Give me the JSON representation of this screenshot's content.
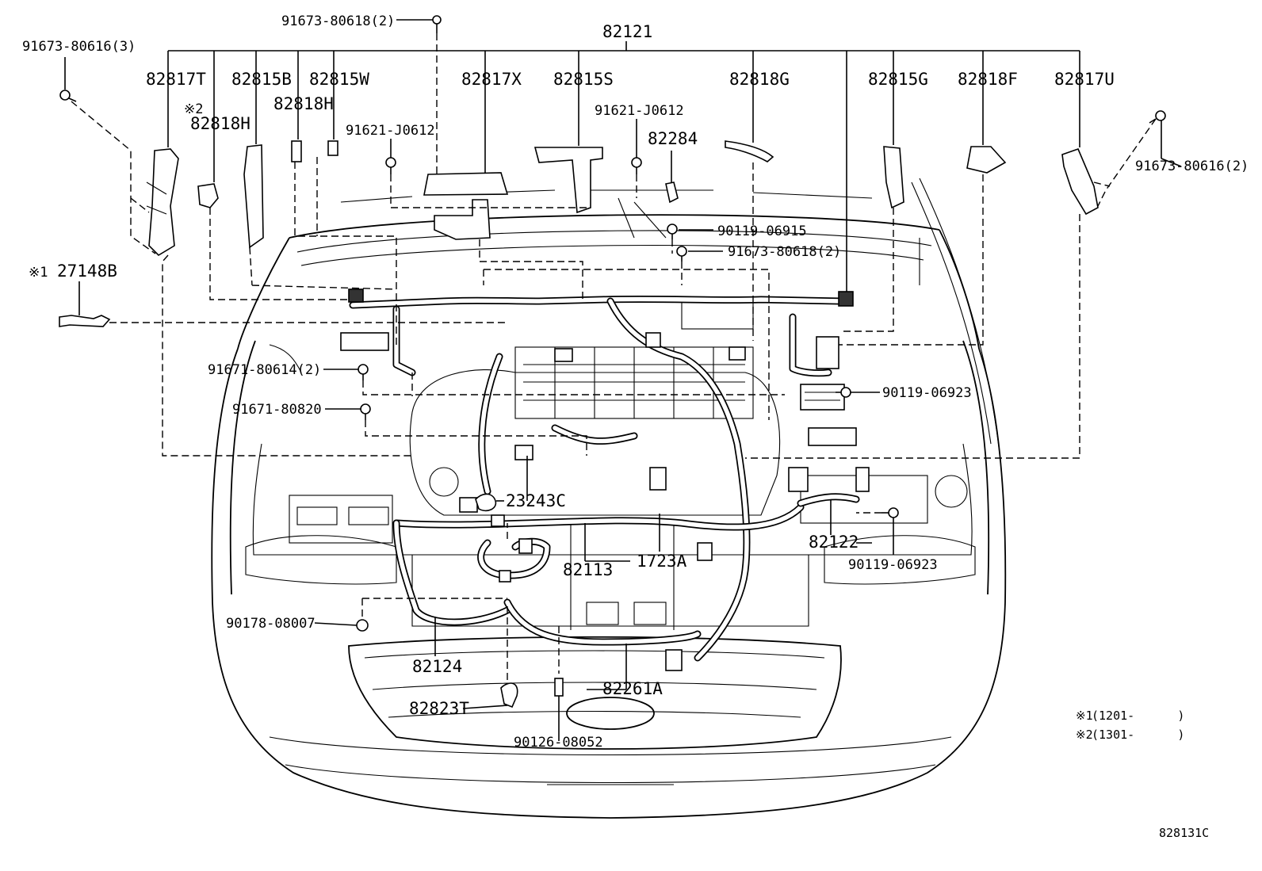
{
  "diagram": {
    "main_assembly": "82121",
    "top_parts": [
      {
        "id": "p-82817T",
        "label": "82817T"
      },
      {
        "id": "p-82815B",
        "label": "82815B"
      },
      {
        "id": "p-82815W",
        "label": "82815W"
      },
      {
        "id": "p-82818H-b",
        "label": "82818H"
      },
      {
        "id": "p-82817X",
        "label": "82817X"
      },
      {
        "id": "p-82815S",
        "label": "82815S"
      },
      {
        "id": "p-82818G",
        "label": "82818G"
      },
      {
        "id": "p-82815G",
        "label": "82815G"
      },
      {
        "id": "p-82818F",
        "label": "82818F"
      },
      {
        "id": "p-82817U",
        "label": "82817U"
      }
    ],
    "fasteners": {
      "bolt_80618_top": "91673-80618(2)",
      "bolt_80616_left": "91673-80616(3)",
      "bolt_80616_right": "91673-80616(2)",
      "bolt_j0612_left": "91621-J0612",
      "bolt_j0612_right": "91621-J0612",
      "bolt_06915": "90119-06915",
      "bolt_80618_mid": "91673-80618(2)",
      "bolt_80614": "91671-80614(2)",
      "bolt_80820": "91671-80820",
      "bolt_06923_a": "90119-06923",
      "bolt_06923_b": "90119-06923",
      "clip_08007": "90178-08007",
      "sensor_08052": "90126-08052"
    },
    "other_parts": {
      "note2_mark": "※2",
      "p_82818H_a": "82818H",
      "note1_mark": "※1",
      "p_27148B": "27148B",
      "p_82284": "82284",
      "p_23243C": "23243C",
      "p_82122": "82122",
      "p_82113": "82113",
      "p_1723A": "1723A",
      "p_82124": "82124",
      "p_82261A": "82261A",
      "p_82823T": "82823T"
    },
    "notes": [
      {
        "mark": "※1",
        "text": "(1201-      )"
      },
      {
        "mark": "※2",
        "text": "(1301-      )"
      }
    ],
    "figure_code": "828131C"
  }
}
